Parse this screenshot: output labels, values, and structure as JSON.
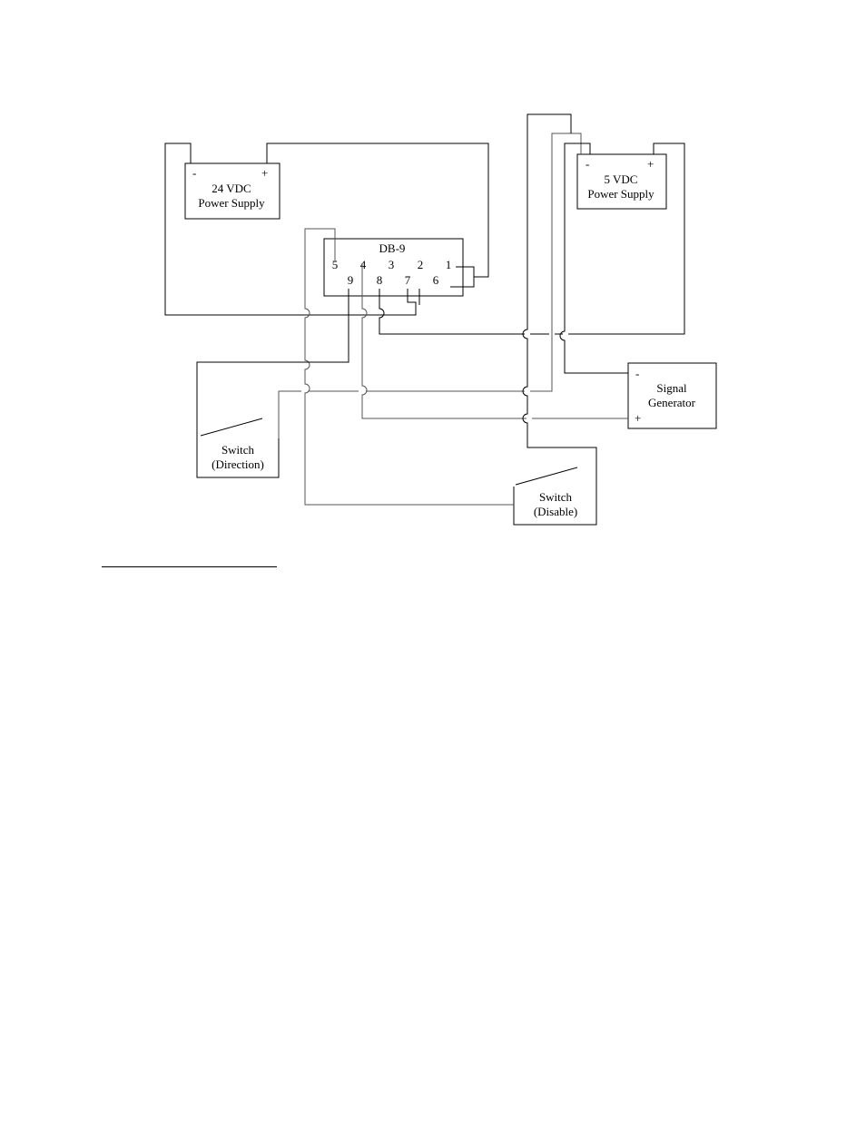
{
  "diagram": {
    "supply24": {
      "minus": "-",
      "plus": "+",
      "line1": "24 VDC",
      "line2": "Power Supply"
    },
    "supply5": {
      "minus": "-",
      "plus": "+",
      "line1": "5 VDC",
      "line2": "Power Supply"
    },
    "db9": {
      "title": "DB-9",
      "pins": [
        "1",
        "2",
        "3",
        "4",
        "5",
        "6",
        "7",
        "8",
        "9"
      ]
    },
    "signal_generator": {
      "minus": "-",
      "plus": "+",
      "line1": "Signal",
      "line2": "Generator"
    },
    "switch_direction": {
      "line1": "Switch",
      "line2": "(Direction)"
    },
    "switch_disable": {
      "line1": "Switch",
      "line2": "(Disable)"
    }
  }
}
